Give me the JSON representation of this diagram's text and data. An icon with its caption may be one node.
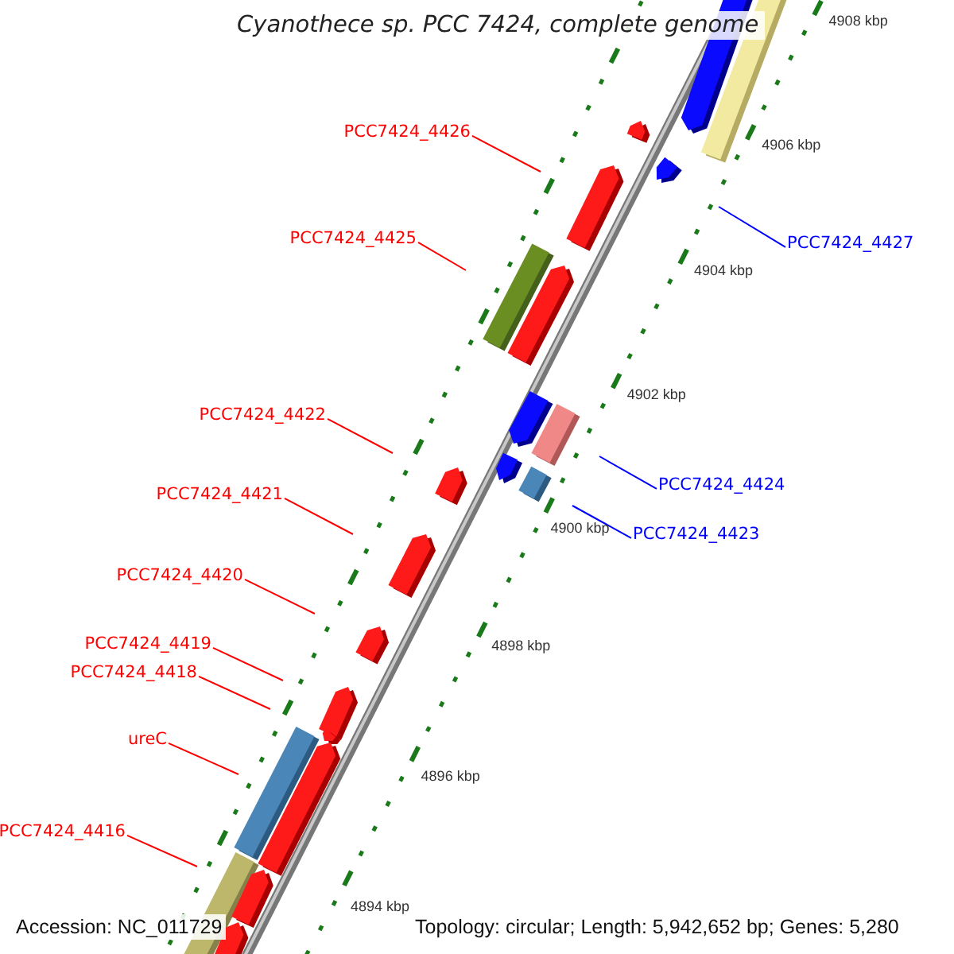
{
  "diagram": {
    "title": "Cyanothece sp. PCC 7424, complete genome",
    "nodes": [
      {
        "text": [
          "PCC7424_4426"
        ]
      },
      {
        "text": [
          "PCC7424_4425"
        ]
      },
      {
        "text": [
          "PCC7424_4427"
        ]
      },
      {
        "text": [
          "PCC7424_4422"
        ]
      },
      {
        "text": [
          "PCC7424_4424"
        ]
      },
      {
        "text": [
          "PCC7424_4421"
        ]
      },
      {
        "text": [
          "PCC7424_4423"
        ]
      },
      {
        "text": [
          "PCC7424_4420"
        ]
      },
      {
        "text": [
          "PCC7424_4419"
        ]
      },
      {
        "text": [
          "PCC7424_4418"
        ]
      },
      {
        "text": [
          "ureC"
        ]
      },
      {
        "text": [
          "PCC7424_4416"
        ]
      }
    ],
    "edges": [
      {
        "from": 0,
        "to": null,
        "arrow": "none"
      },
      {
        "from": 1,
        "to": null,
        "arrow": "none"
      },
      {
        "from": 2,
        "to": null,
        "arrow": "none",
        "color": "#0000ff"
      },
      {
        "from": 3,
        "to": null,
        "arrow": "none"
      },
      {
        "from": 4,
        "to": null,
        "arrow": "none",
        "color": "#0000ff"
      },
      {
        "from": 5,
        "to": null,
        "arrow": "none"
      },
      {
        "from": 6,
        "to": null,
        "arrow": "none",
        "color": "#0000ff"
      },
      {
        "from": 7,
        "to": null,
        "arrow": "none"
      },
      {
        "from": 8,
        "to": null,
        "arrow": "none"
      },
      {
        "from": 9,
        "to": null,
        "arrow": "none"
      },
      {
        "from": 10,
        "to": null,
        "arrow": "none"
      },
      {
        "from": 11,
        "to": null,
        "arrow": "none"
      }
    ],
    "labels": [
      "4908 kbp",
      "4906 kbp",
      "4904 kbp",
      "4902 kbp",
      "4900 kbp",
      "4898 kbp",
      "4896 kbp",
      "4894 kbp",
      "Accession: NC_011729",
      "Topology: circular; Length: 5,942,652 bp; Genes: 5,280"
    ]
  }
}
